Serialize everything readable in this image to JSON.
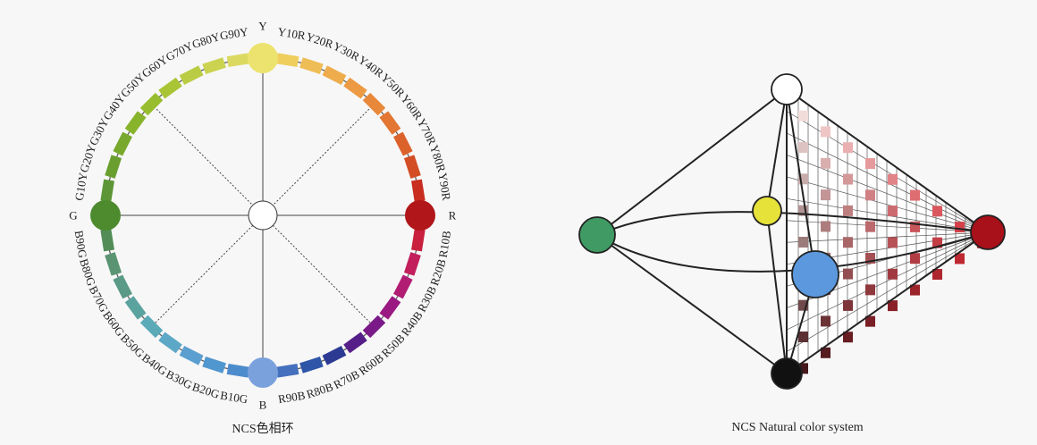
{
  "wheel": {
    "caption": "NCS色相环",
    "primaries": [
      {
        "label": "Y",
        "color": "#ece36f"
      },
      {
        "label": "R",
        "color": "#b1161a"
      },
      {
        "label": "B",
        "color": "#7ba1dc"
      },
      {
        "label": "G",
        "color": "#4e8a2e"
      }
    ],
    "hues": [
      {
        "label": "Y10R",
        "color": "#efce5e"
      },
      {
        "label": "Y20R",
        "color": "#efbd55"
      },
      {
        "label": "Y30R",
        "color": "#eeac4c"
      },
      {
        "label": "Y40R",
        "color": "#ec9a43"
      },
      {
        "label": "Y50R",
        "color": "#e8883a"
      },
      {
        "label": "Y60R",
        "color": "#e37632"
      },
      {
        "label": "Y70R",
        "color": "#dc622b"
      },
      {
        "label": "Y80R",
        "color": "#d34d25"
      },
      {
        "label": "Y90R",
        "color": "#c82d20"
      },
      {
        "label": "R10B",
        "color": "#c8203e"
      },
      {
        "label": "R20B",
        "color": "#c21f5c"
      },
      {
        "label": "R30B",
        "color": "#b21d74"
      },
      {
        "label": "R40B",
        "color": "#9a1a82"
      },
      {
        "label": "R50B",
        "color": "#7a1a88"
      },
      {
        "label": "R60B",
        "color": "#561e88"
      },
      {
        "label": "R70B",
        "color": "#2c3a93"
      },
      {
        "label": "R80B",
        "color": "#2f55a8"
      },
      {
        "label": "R90B",
        "color": "#4470bd"
      },
      {
        "label": "B10G",
        "color": "#4d8ccc"
      },
      {
        "label": "B20G",
        "color": "#5096cf"
      },
      {
        "label": "B30G",
        "color": "#5a9fcf"
      },
      {
        "label": "B40G",
        "color": "#5ca8c6"
      },
      {
        "label": "B50G",
        "color": "#5baab8"
      },
      {
        "label": "B60G",
        "color": "#5ba39e"
      },
      {
        "label": "B70G",
        "color": "#5a9a86"
      },
      {
        "label": "B80G",
        "color": "#5a9473"
      },
      {
        "label": "B90G",
        "color": "#548c58"
      },
      {
        "label": "G10Y",
        "color": "#5d9637"
      },
      {
        "label": "G20Y",
        "color": "#6a9f30"
      },
      {
        "label": "G30Y",
        "color": "#78a92d"
      },
      {
        "label": "G40Y",
        "color": "#88b42c"
      },
      {
        "label": "G50Y",
        "color": "#98bd2f"
      },
      {
        "label": "G60Y",
        "color": "#a9c536"
      },
      {
        "label": "G70Y",
        "color": "#bacc43"
      },
      {
        "label": "G80Y",
        "color": "#cbd351"
      },
      {
        "label": "G90Y",
        "color": "#dcd960"
      }
    ]
  },
  "solid": {
    "caption": "NCS Natural color system",
    "vertices": [
      {
        "name": "white",
        "color": "#ffffff"
      },
      {
        "name": "black",
        "color": "#111111"
      },
      {
        "name": "green",
        "color": "#3f9a63"
      },
      {
        "name": "red",
        "color": "#a8101a"
      },
      {
        "name": "yellow",
        "color": "#e6e23a"
      },
      {
        "name": "blue",
        "color": "#5b98dd"
      }
    ],
    "triangle_colors": {
      "white": "#fde9e6",
      "red": "#d8202b",
      "black": "#3a0c10"
    }
  }
}
